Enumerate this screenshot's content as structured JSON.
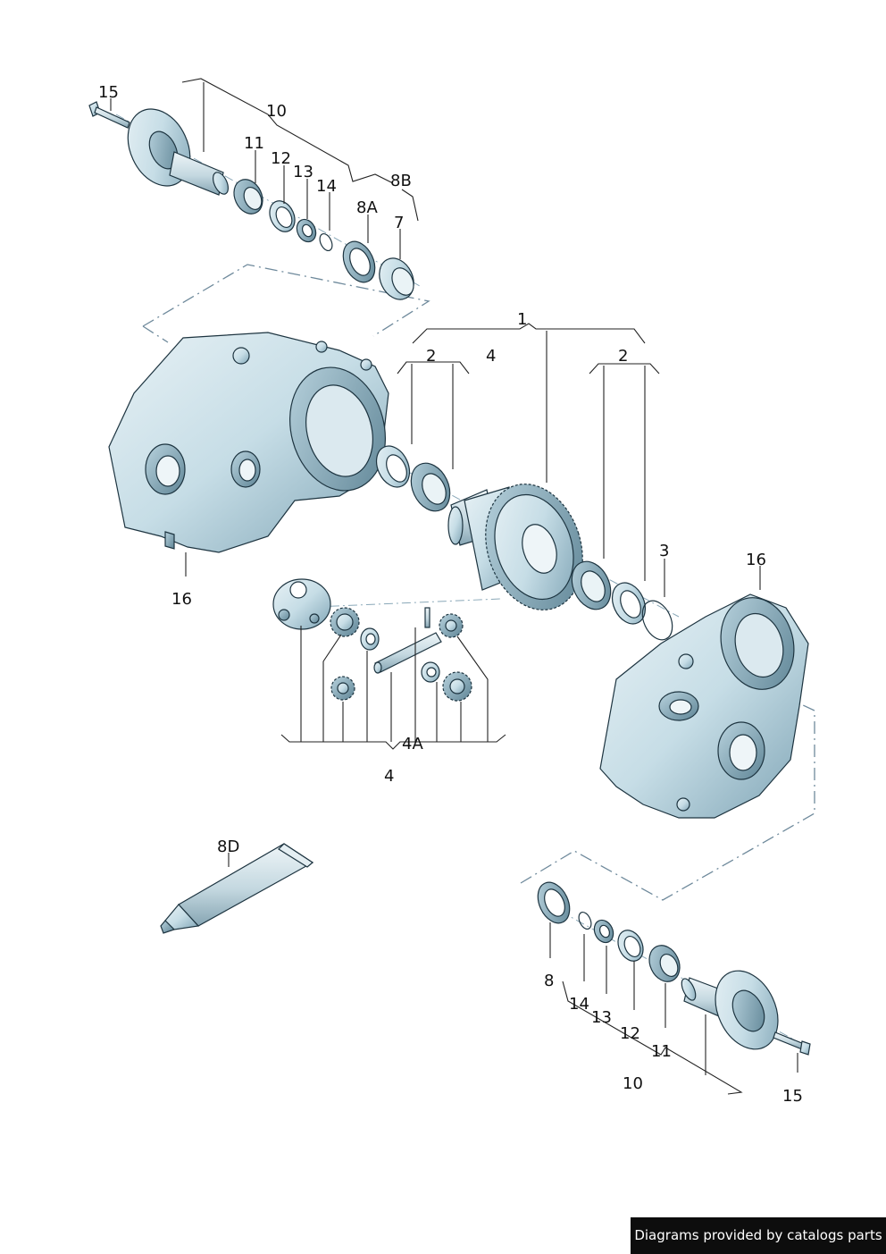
{
  "callouts": {
    "c15_top": "15",
    "c10_top": "10",
    "c11_top": "11",
    "c12_top": "12",
    "c13_top": "13",
    "c14_top": "14",
    "c8b": "8B",
    "c8a": "8A",
    "c7": "7",
    "c1": "1",
    "c2_left": "2",
    "c4_top": "4",
    "c2_right": "2",
    "c3": "3",
    "c16_left": "16",
    "c16_right": "16",
    "c4a": "4A",
    "c4_bottom": "4",
    "c8d": "8D",
    "c8": "8",
    "c14_bottom": "14",
    "c13_bottom": "13",
    "c12_bottom": "12",
    "c11_bottom": "11",
    "c10_bottom": "10",
    "c15_bottom": "15"
  },
  "credit": "Diagrams provided by catalogs parts",
  "colors": {
    "part_fill": "#c6dde6",
    "part_shade": "#8fb2c2",
    "outline": "#1d3440",
    "callout_text": "#111111",
    "credit_bg": "#0d0d0d",
    "credit_text": "#ffffff"
  }
}
